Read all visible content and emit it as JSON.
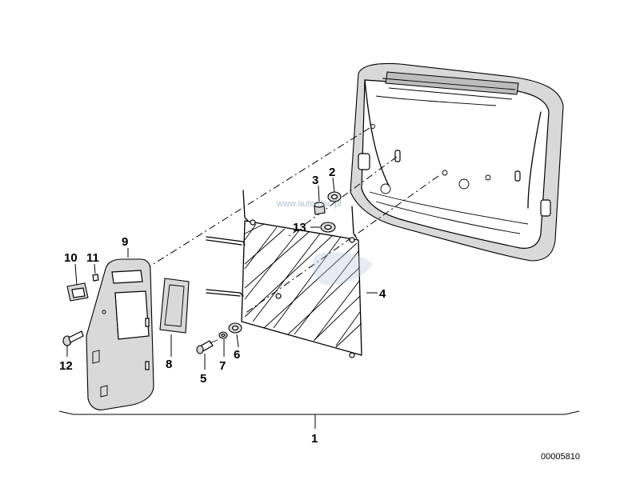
{
  "callouts": [
    {
      "id": "1",
      "label": "1"
    },
    {
      "id": "2",
      "label": "2"
    },
    {
      "id": "3",
      "label": "3"
    },
    {
      "id": "4",
      "label": "4"
    },
    {
      "id": "5",
      "label": "5"
    },
    {
      "id": "6",
      "label": "6"
    },
    {
      "id": "7",
      "label": "7"
    },
    {
      "id": "8",
      "label": "8"
    },
    {
      "id": "9",
      "label": "9"
    },
    {
      "id": "10",
      "label": "10"
    },
    {
      "id": "11",
      "label": "11"
    },
    {
      "id": "12",
      "label": "12"
    },
    {
      "id": "13",
      "label": "13"
    }
  ],
  "document_number": "00005810",
  "watermark": "www.auto-doc.pl"
}
